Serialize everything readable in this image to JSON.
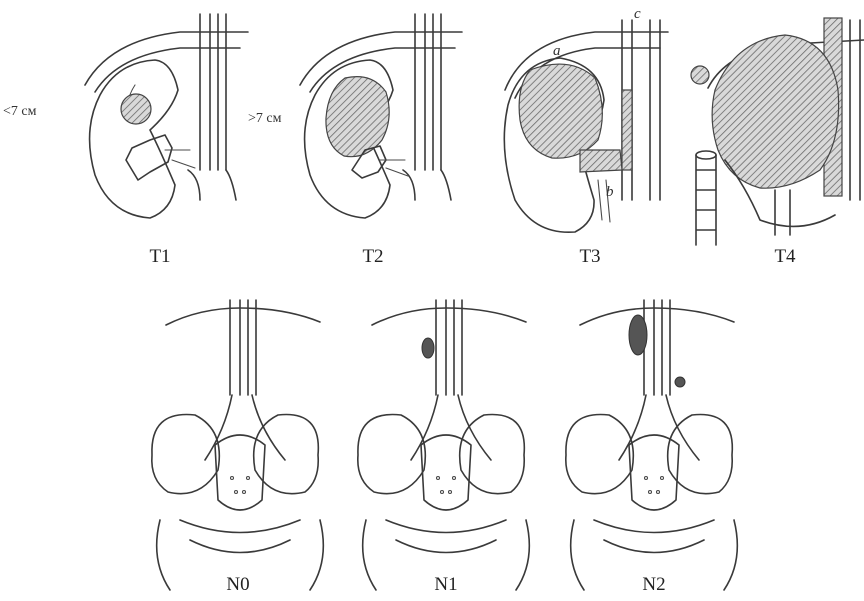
{
  "t_stages": [
    {
      "label": "T1",
      "size": "<7 см"
    },
    {
      "label": "T2",
      "size": ">7 см"
    },
    {
      "label": "T3",
      "letters": [
        "a",
        "b",
        "c"
      ]
    },
    {
      "label": "T4"
    }
  ],
  "n_stages": [
    {
      "label": "N0"
    },
    {
      "label": "N1"
    },
    {
      "label": "N2"
    }
  ],
  "palette": {
    "line": "#3a3a3a",
    "tumor_hatch": "#6a6a6a",
    "node": "#555555"
  }
}
